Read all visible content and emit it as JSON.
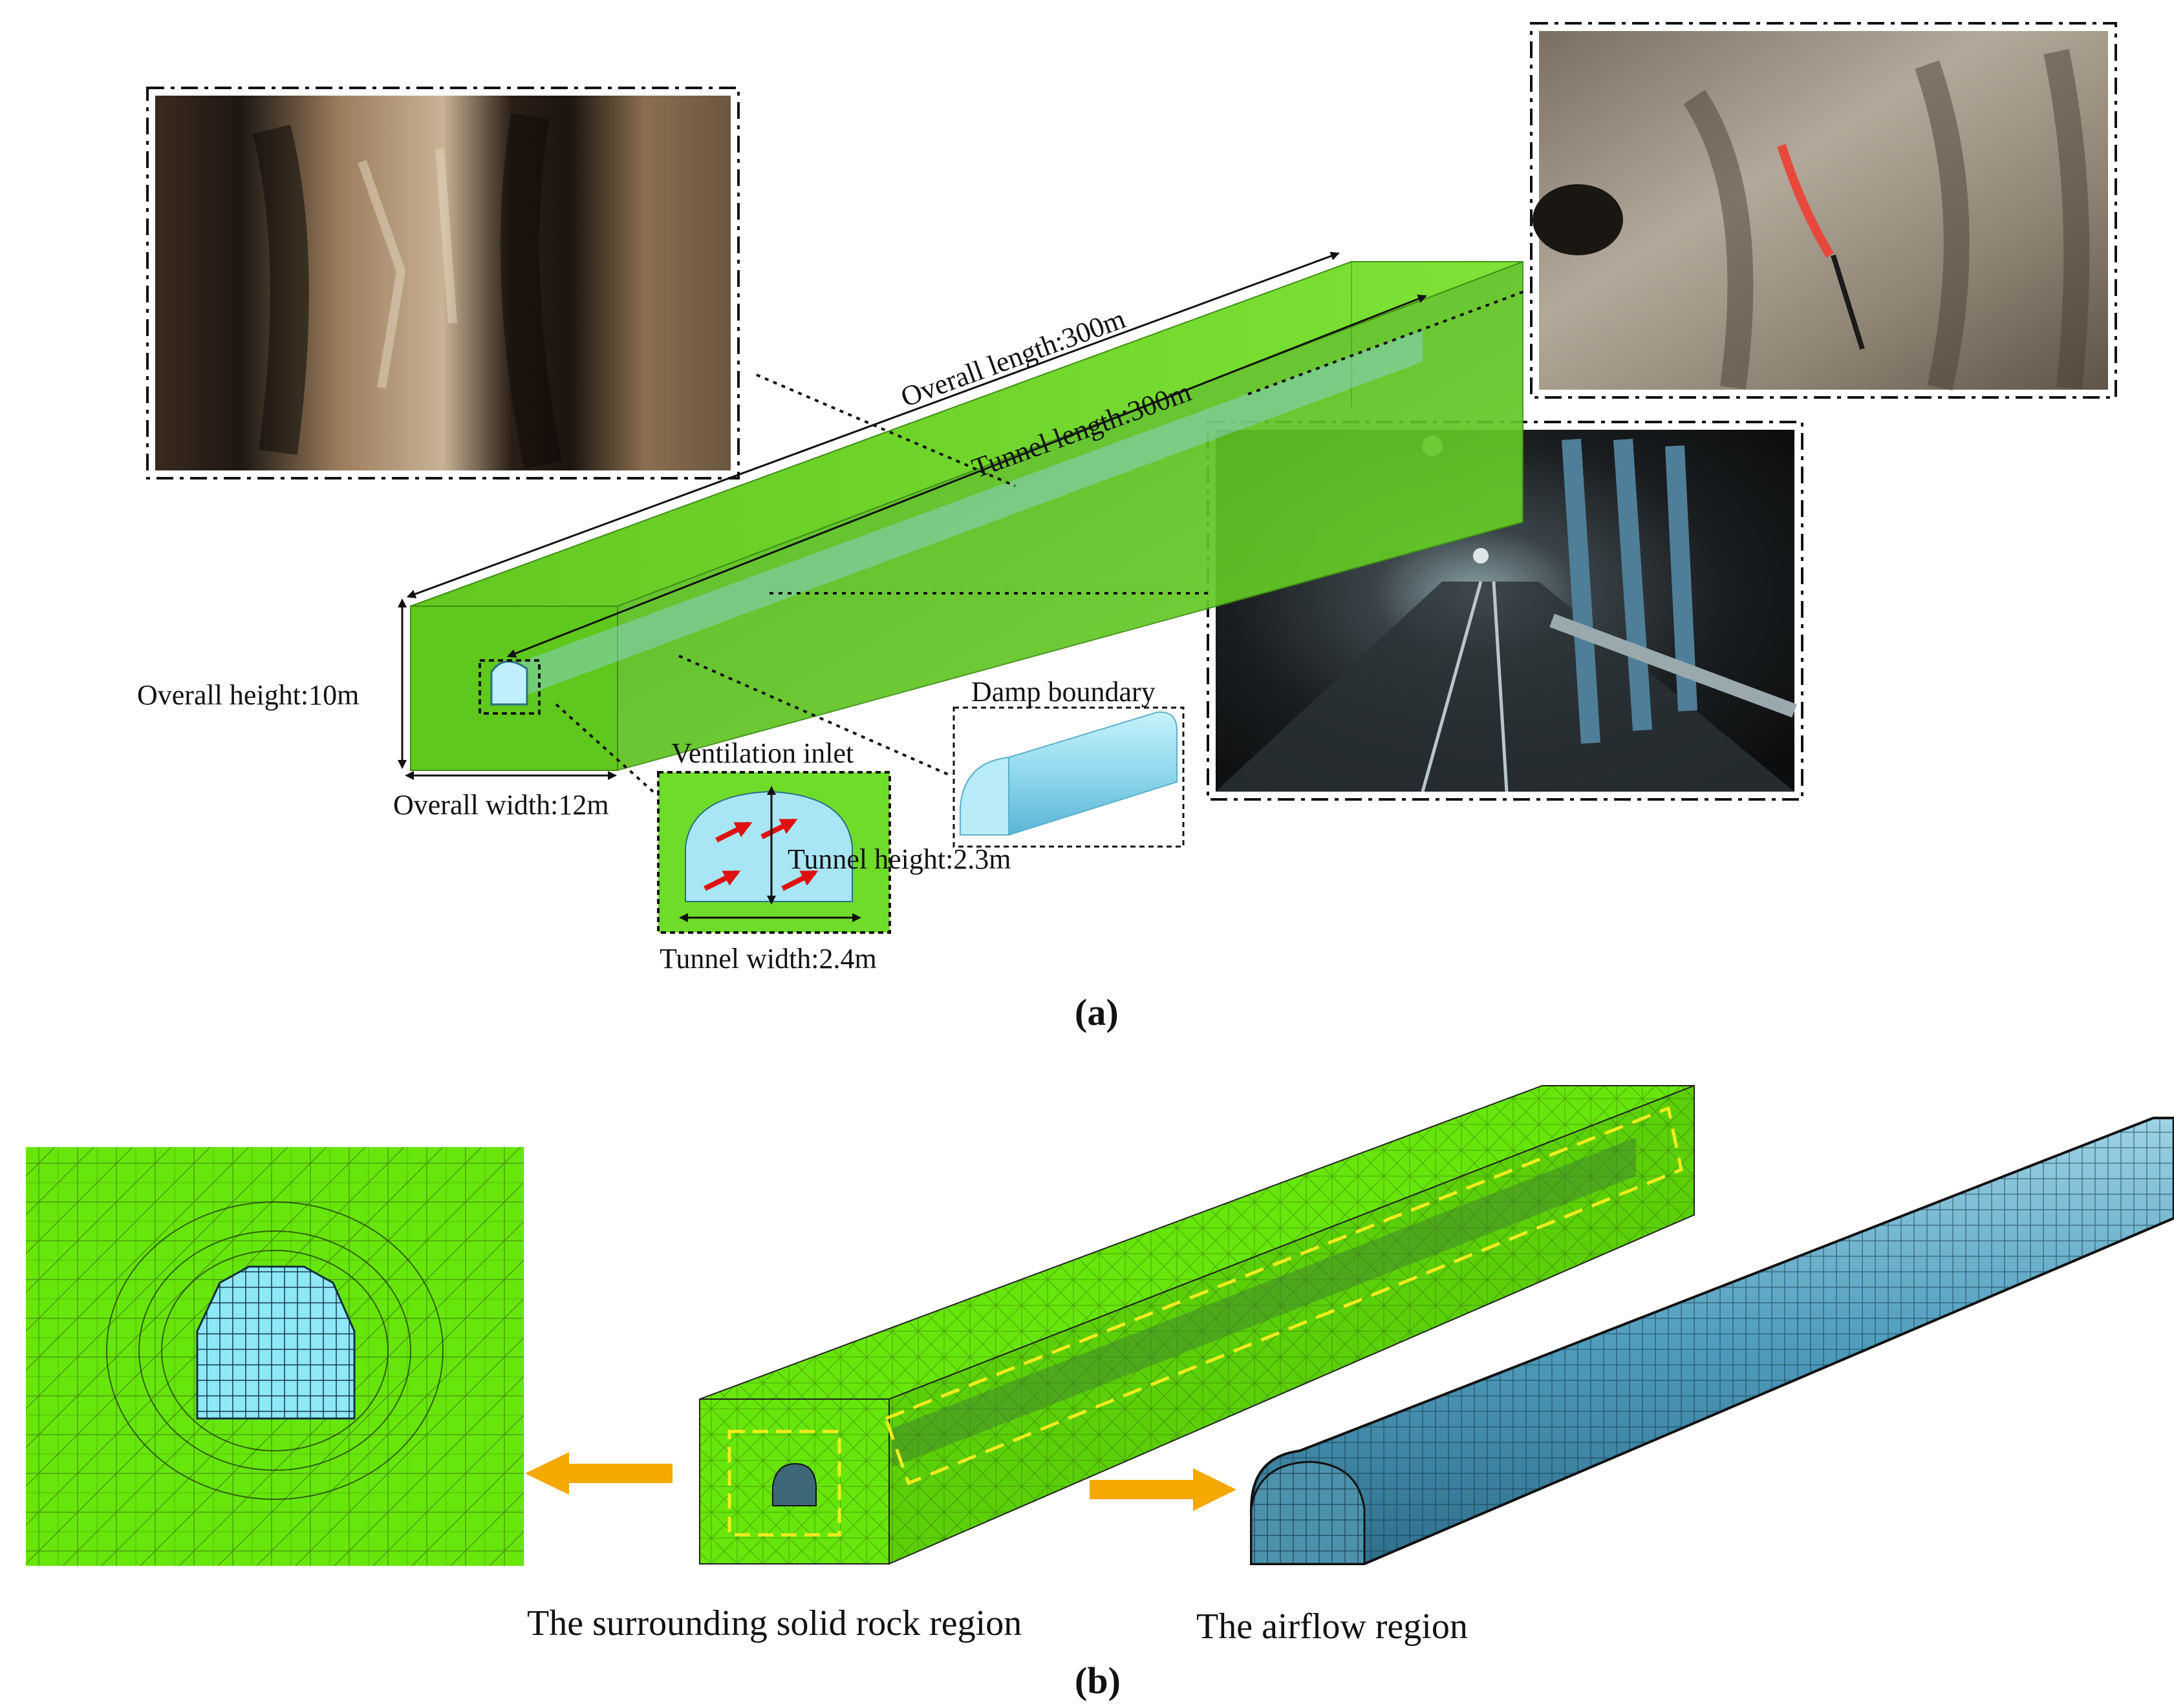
{
  "panel_a": {
    "caption": "(a)",
    "labels": {
      "overall_length": "Overall length:300m",
      "tunnel_length": "Tunnel length:300m",
      "overall_height": "Overall height:10m",
      "overall_width": "Overall width:12m",
      "ventilation_inlet": "Ventilation inlet",
      "tunnel_height": "Tunnel height:2.3m",
      "tunnel_width": "Tunnel width:2.4m",
      "damp_boundary": "Damp boundary"
    },
    "photos": [
      "rock-wall-photo",
      "rock-face-cable-photo",
      "mine-tunnel-photo"
    ]
  },
  "panel_b": {
    "caption": "(b)",
    "labels": {
      "solid_region": "The surrounding solid rock region",
      "airflow_region": "The airflow region"
    }
  },
  "colors": {
    "rock_green": "#6fdc2a",
    "mesh_green": "#66e60a",
    "airflow_blue": "#a8e6f5",
    "mesh_blue": "#3c8fb0",
    "arrow_orange": "#f5a800",
    "dash_yellow": "#f2ec1e",
    "flow_red": "#e01010"
  }
}
